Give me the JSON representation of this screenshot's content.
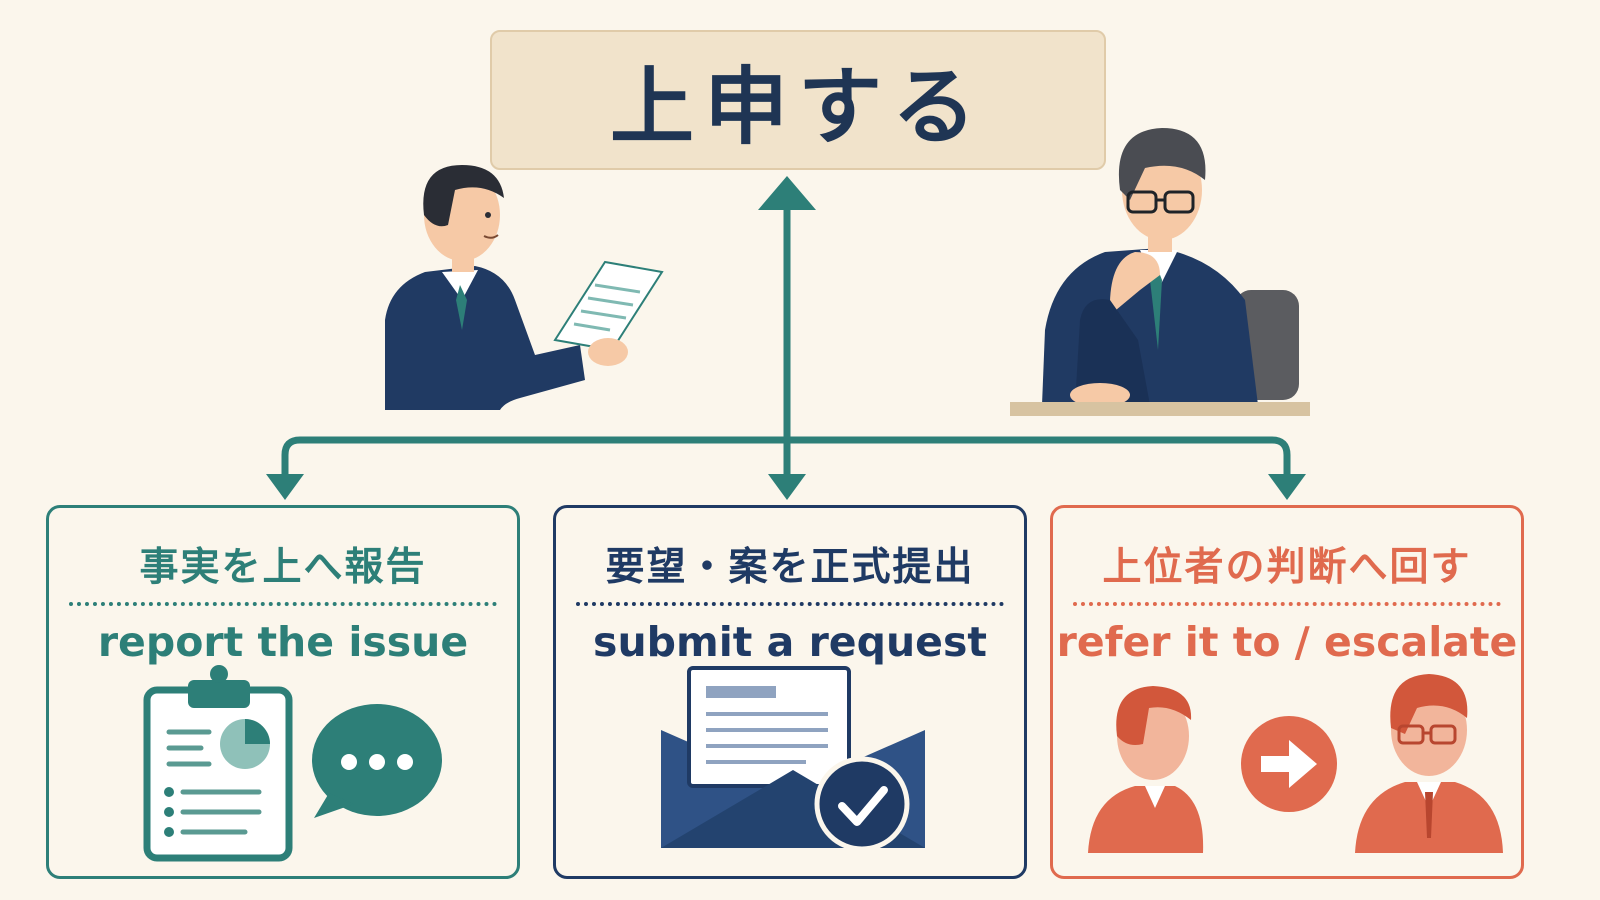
{
  "title": "上申する",
  "colors": {
    "background": "#fbf6ec",
    "title_box": "#f1e3cb",
    "title_text": "#1f3554",
    "arrows": "#2d7f78",
    "teal": "#2d7f78",
    "navy": "#1f3a64",
    "coral": "#e06a4e"
  },
  "cards": [
    {
      "ja": "事実を上へ報告",
      "en": "report the issue",
      "icons": [
        "clipboard-report-icon",
        "speech-bubble-icon"
      ]
    },
    {
      "ja": "要望・案を正式提出",
      "en": "submit a request",
      "icons": [
        "envelope-document-icon",
        "check-icon"
      ]
    },
    {
      "ja": "上位者の判断へ回す",
      "en": "refer it to / escalate",
      "icons": [
        "employee-icon",
        "arrow-right-icon",
        "superior-icon"
      ]
    }
  ]
}
